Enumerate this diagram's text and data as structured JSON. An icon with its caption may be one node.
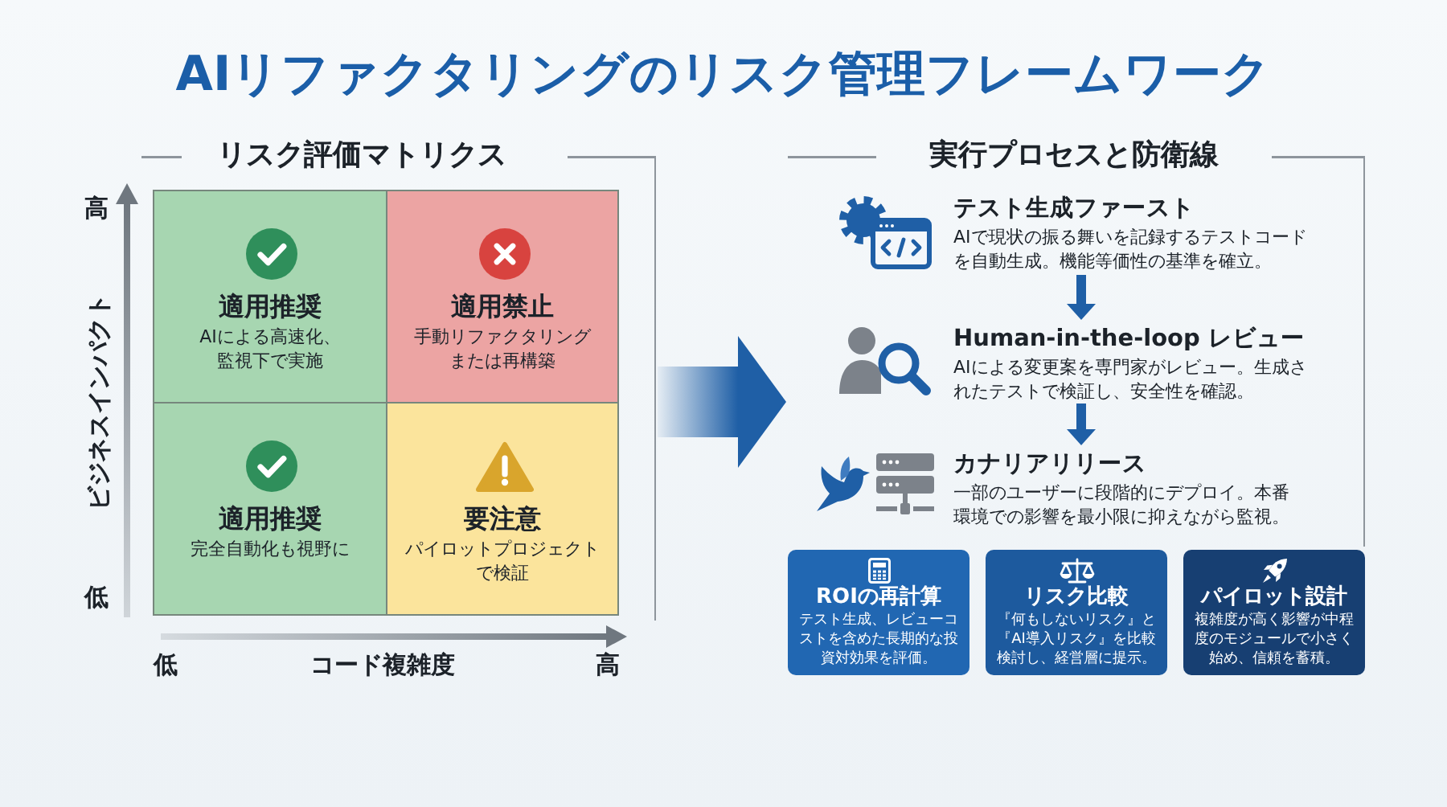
{
  "diagram": {
    "title": "AIリファクタリングのリスク管理フレームワーク",
    "nodes": [
      {
        "text": [
          "リスク評価マトリクス"
        ]
      },
      {
        "text": [
          "適用推奨",
          "AIによる高速化、監視下で実施"
        ],
        "in": 0
      },
      {
        "text": [
          "適用禁止",
          "手動リファクタリングまたは再構築"
        ],
        "in": 0
      },
      {
        "text": [
          "適用推奨",
          "完全自動化も視野に"
        ],
        "in": 0
      },
      {
        "text": [
          "要注意",
          "パイロットプロジェクトで検証"
        ],
        "in": 0
      },
      {
        "text": [
          "実行プロセスと防衛線"
        ]
      },
      {
        "text": [
          "テスト生成ファースト",
          "AIで現状の振る舞いを記録するテストコードを自動生成。機能等価性の基準を確立。"
        ],
        "in": 5
      },
      {
        "text": [
          "Human-in-the-loop レビュー",
          "AIによる変更案を専門家がレビュー。生成されたテストで検証し、安全性を確認。"
        ],
        "in": 5
      },
      {
        "text": [
          "カナリアリリース",
          "一部のユーザーに段階的にデプロイ。本番環境での影響を最小限に抑えながら監視。"
        ],
        "in": 5
      },
      {
        "text": [
          "ROIの再計算",
          "テスト生成、レビューコストを含めた長期的な投資対効果を評価。"
        ]
      },
      {
        "text": [
          "リスク比較",
          "『何もしないリスク』と『AI導入リスク』を比較検討し、経営層に提示。"
        ]
      },
      {
        "text": [
          "パイロット設計",
          "複雑度が高く影響が中程度のモジュールで小さく始め、信頼を蓄積。"
        ]
      }
    ],
    "edges": [
      {
        "from": 0,
        "to": 5,
        "arrow": "to",
        "style": "thick"
      },
      {
        "from": 6,
        "to": 7,
        "arrow": "to"
      },
      {
        "from": 7,
        "to": 8,
        "arrow": "to"
      }
    ],
    "labels": [
      "高",
      "ビジネスインパクト",
      "低",
      "低",
      "コード複雑度",
      "高"
    ]
  }
}
